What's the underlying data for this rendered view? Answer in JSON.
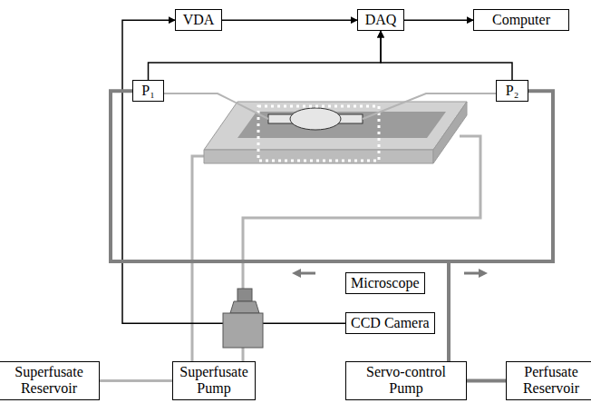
{
  "diagram": {
    "nodes": [
      {
        "text": [
          "VDA"
        ]
      },
      {
        "text": [
          "DAQ"
        ]
      },
      {
        "text": [
          "Computer"
        ]
      },
      {
        "text": [
          "P₁"
        ]
      },
      {
        "text": [
          "P₂"
        ]
      },
      {
        "text": [
          "Microscope"
        ]
      },
      {
        "text": [
          "CCD Camera"
        ]
      },
      {
        "text": [
          "Superfusate Reservoir"
        ]
      },
      {
        "text": [
          "Superfusate Pump"
        ]
      },
      {
        "text": [
          "Servo-control Pump"
        ]
      },
      {
        "text": [
          "Perfusate Reservoir"
        ]
      }
    ],
    "edges": [
      {
        "from": 6,
        "to": 0,
        "arrow": "to"
      },
      {
        "from": 0,
        "to": 1,
        "arrow": "to"
      },
      {
        "from": 1,
        "to": 2,
        "arrow": "to"
      },
      {
        "from": 3,
        "to": 1,
        "arrow": "to"
      },
      {
        "from": 4,
        "to": 1,
        "arrow": "to"
      },
      {
        "from": 7,
        "to": 8,
        "arrow": "none"
      },
      {
        "from": 9,
        "to": 3,
        "arrow": "none"
      },
      {
        "from": 9,
        "to": 4,
        "arrow": "none"
      },
      {
        "from": 9,
        "to": 10,
        "arrow": "none"
      }
    ]
  }
}
